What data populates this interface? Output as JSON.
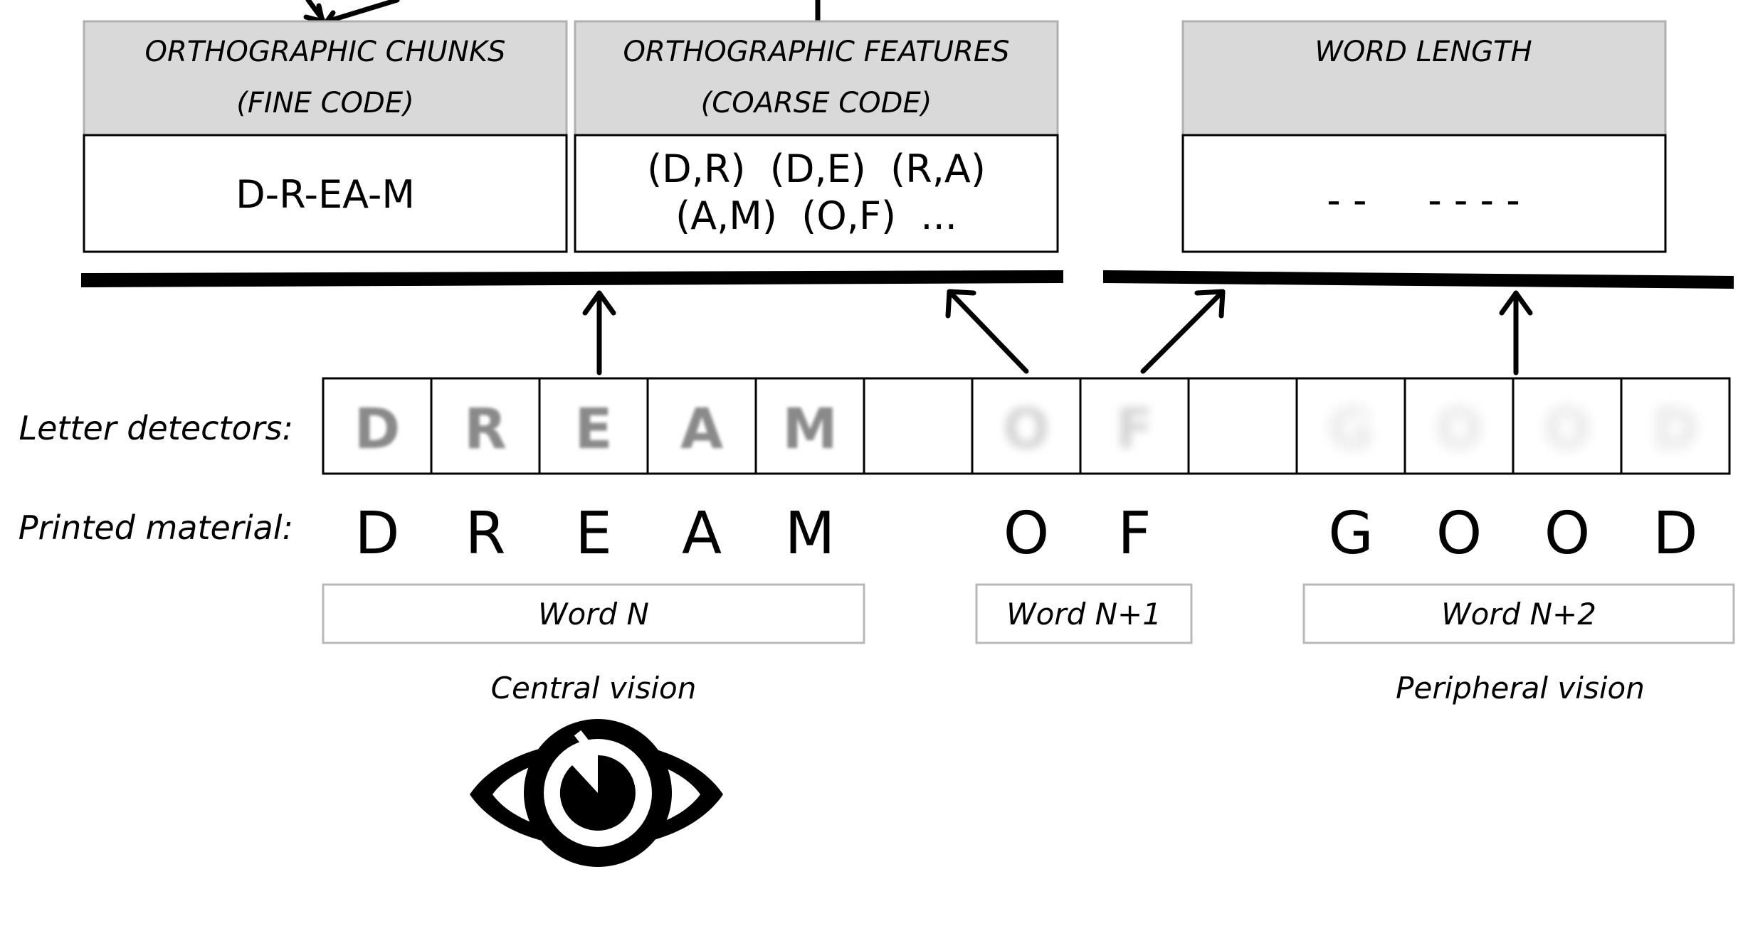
{
  "modules": {
    "chunks": {
      "title_line1": "ORTHOGRAPHIC CHUNKS",
      "title_line2": "(FINE CODE)",
      "content": "D-R-EA-M"
    },
    "features": {
      "title_line1": "ORTHOGRAPHIC FEATURES",
      "title_line2": "(COARSE CODE)",
      "content_line1": "(D,R)  (D,E)  (R,A)",
      "content_line2": "(A,M)  (O,F)  ..."
    },
    "length": {
      "title": "WORD LENGTH",
      "content": "- -     - - - -"
    }
  },
  "rows": {
    "letter_detectors_label": "Letter detectors:",
    "printed_material_label": "Printed material:"
  },
  "detectors": [
    "D",
    "R",
    "E",
    "A",
    "M",
    "",
    "O",
    "F",
    "",
    "G",
    "O",
    "O",
    "D"
  ],
  "detector_blur": [
    2,
    2,
    2,
    2,
    2,
    0,
    6,
    6,
    0,
    9,
    9,
    9,
    9
  ],
  "printed": [
    "D",
    "R",
    "E",
    "A",
    "M",
    "",
    "O",
    "F",
    "",
    "G",
    "O",
    "O",
    "D"
  ],
  "words": {
    "n": "Word N",
    "n1": "Word N+1",
    "n2": "Word N+2"
  },
  "vision": {
    "central": "Central vision",
    "peripheral": "Peripheral vision"
  },
  "icons": {
    "eye": "eye-icon"
  }
}
